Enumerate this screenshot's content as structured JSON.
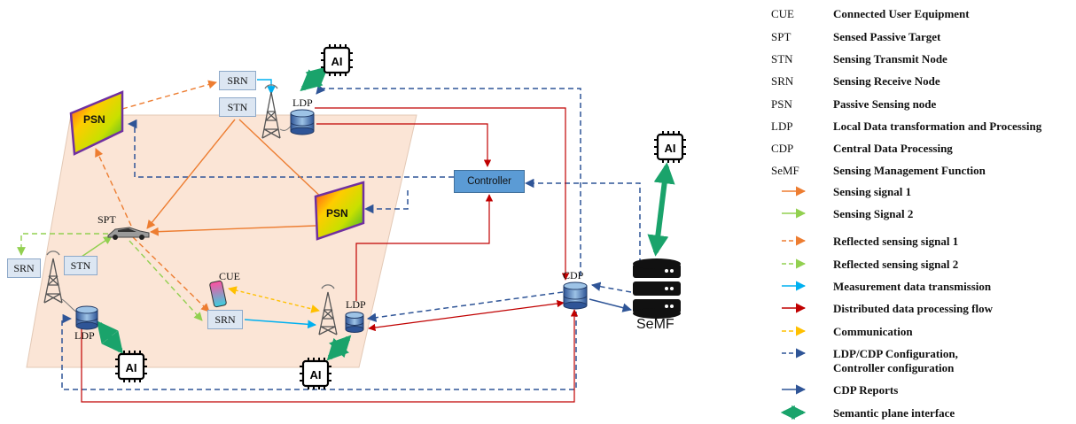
{
  "labels": {
    "srn_top": "SRN",
    "stn_top": "STN",
    "srn_left": "SRN",
    "stn_left": "STN",
    "srn_bottom": "SRN",
    "psn_left": "PSN",
    "psn_center": "PSN",
    "spt": "SPT",
    "cue": "CUE",
    "ldp_top": "LDP",
    "ldp_left": "LDP",
    "ldp_center": "LDP",
    "cdp": "CDP",
    "controller": "Controller",
    "semf": "SeMF",
    "ai": "AI"
  },
  "legend": {
    "abbreviations": [
      {
        "abbr": "CUE",
        "text": "Connected User Equipment"
      },
      {
        "abbr": "SPT",
        "text": "Sensed Passive Target"
      },
      {
        "abbr": "STN",
        "text": "Sensing Transmit Node"
      },
      {
        "abbr": "SRN",
        "text": "Sensing Receive Node"
      },
      {
        "abbr": "PSN",
        "text": "Passive Sensing node"
      },
      {
        "abbr": "LDP",
        "text": "Local Data transformation and Processing"
      },
      {
        "abbr": "CDP",
        "text": "Central Data Processing"
      },
      {
        "abbr": "SeMF",
        "text": "Sensing Management Function"
      }
    ],
    "arrows": [
      {
        "text": "Sensing signal 1",
        "color": "#ed7d31",
        "style": "solid"
      },
      {
        "text": "Sensing Signal 2",
        "color": "#92d050",
        "style": "solid"
      },
      {
        "text": "Reflected sensing signal 1",
        "color": "#ed7d31",
        "style": "dashed"
      },
      {
        "text": "Reflected sensing signal 2",
        "color": "#92d050",
        "style": "dashed"
      },
      {
        "text": "Measurement data transmission",
        "color": "#00b0f0",
        "style": "solid"
      },
      {
        "text": "Distributed data processing flow",
        "color": "#c00000",
        "style": "solid"
      },
      {
        "text": "Communication",
        "color": "#ffc000",
        "style": "dashed"
      },
      {
        "text": "LDP/CDP Configuration,",
        "text2": "Controller configuration",
        "color": "#2f5597",
        "style": "dashed"
      },
      {
        "text": "CDP Reports",
        "color": "#2f5597",
        "style": "solid"
      },
      {
        "text": "Semantic plane interface",
        "color": "#1aa36b",
        "style": "double"
      }
    ]
  },
  "colors": {
    "plane": "#fbe5d6",
    "orange": "#ed7d31",
    "green": "#92d050",
    "blue": "#00b0f0",
    "red": "#c00000",
    "yellow": "#ffc000",
    "navy": "#2f5597",
    "semantic": "#1aa36b"
  }
}
